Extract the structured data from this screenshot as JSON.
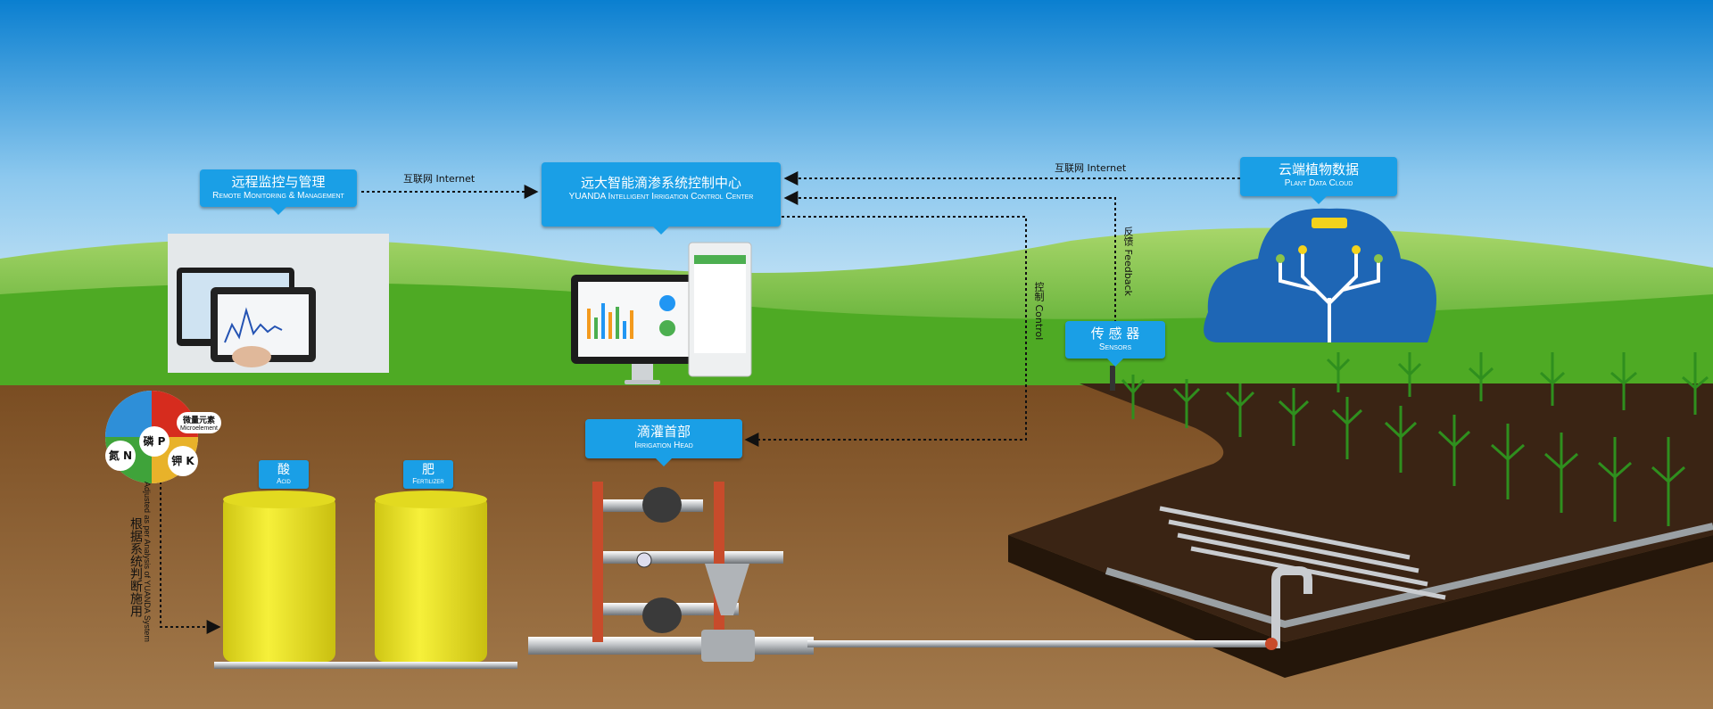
{
  "nodes": {
    "remote": {
      "zh": "远程监控与管理",
      "en": "Remote Monitoring & Management"
    },
    "center": {
      "zh": "远大智能滴渗系统控制中心",
      "en": "YUANDA Intelligent Irrigation Control Center"
    },
    "cloud": {
      "zh": "云端植物数据",
      "en": "Plant Data Cloud"
    },
    "sensors": {
      "zh": "传 感 器",
      "en": "Sensors"
    },
    "head": {
      "zh": "滴灌首部",
      "en": "Irrigation Head"
    }
  },
  "tanks": {
    "acid": {
      "zh": "酸",
      "en": "Acid"
    },
    "fertilizer": {
      "zh": "肥",
      "en": "Fertilizer"
    }
  },
  "arrows": {
    "internet_left": "互联网  Internet",
    "internet_right": "互联网  Internet",
    "feedback": "反馈  Feedback",
    "control": "控制  Control"
  },
  "nutrients": {
    "n": "氮 N",
    "p": "磷 P",
    "k": "钾 K",
    "micro_zh": "微量元素",
    "micro_en": "Microelement"
  },
  "side_note": {
    "zh": "根据系统判断施用",
    "en": "Adjusted as per Analysis of YUANDA System"
  },
  "colors": {
    "sky_top": "#0a7fd0",
    "sky_bottom": "#e6f3fb",
    "grass": "#5cb82e",
    "soil": "#8a5a2e",
    "callout": "#1a9fe6",
    "tank": "#f1ea1c",
    "dotted_line": "#111111"
  }
}
